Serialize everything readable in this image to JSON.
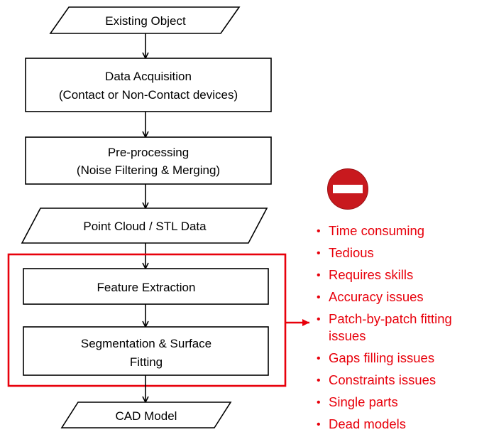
{
  "flow": {
    "existing_object": "Existing Object",
    "data_acquisition": {
      "line1": "Data Acquisition",
      "line2": "(Contact or Non-Contact devices)"
    },
    "preprocessing": {
      "line1": "Pre-processing",
      "line2": "(Noise Filtering & Merging)"
    },
    "point_cloud": "Point Cloud / STL Data",
    "feature_extraction": "Feature Extraction",
    "segmentation": {
      "line1": "Segmentation & Surface",
      "line2": "Fitting"
    },
    "cad_model": "CAD Model"
  },
  "issues": {
    "icon": "no-entry-icon",
    "items": [
      {
        "lines": [
          "Time consuming"
        ]
      },
      {
        "lines": [
          "Tedious"
        ]
      },
      {
        "lines": [
          "Requires skills"
        ]
      },
      {
        "lines": [
          "Accuracy issues"
        ]
      },
      {
        "lines": [
          "Patch-by-patch fitting",
          "issues"
        ]
      },
      {
        "lines": [
          "Gaps filling issues"
        ]
      },
      {
        "lines": [
          "Constraints issues"
        ]
      },
      {
        "lines": [
          "Single parts"
        ]
      },
      {
        "lines": [
          "Dead models"
        ]
      }
    ]
  },
  "colors": {
    "highlight": "#e8000b",
    "stroke": "#000000",
    "no_entry_red": "#c8191e"
  }
}
